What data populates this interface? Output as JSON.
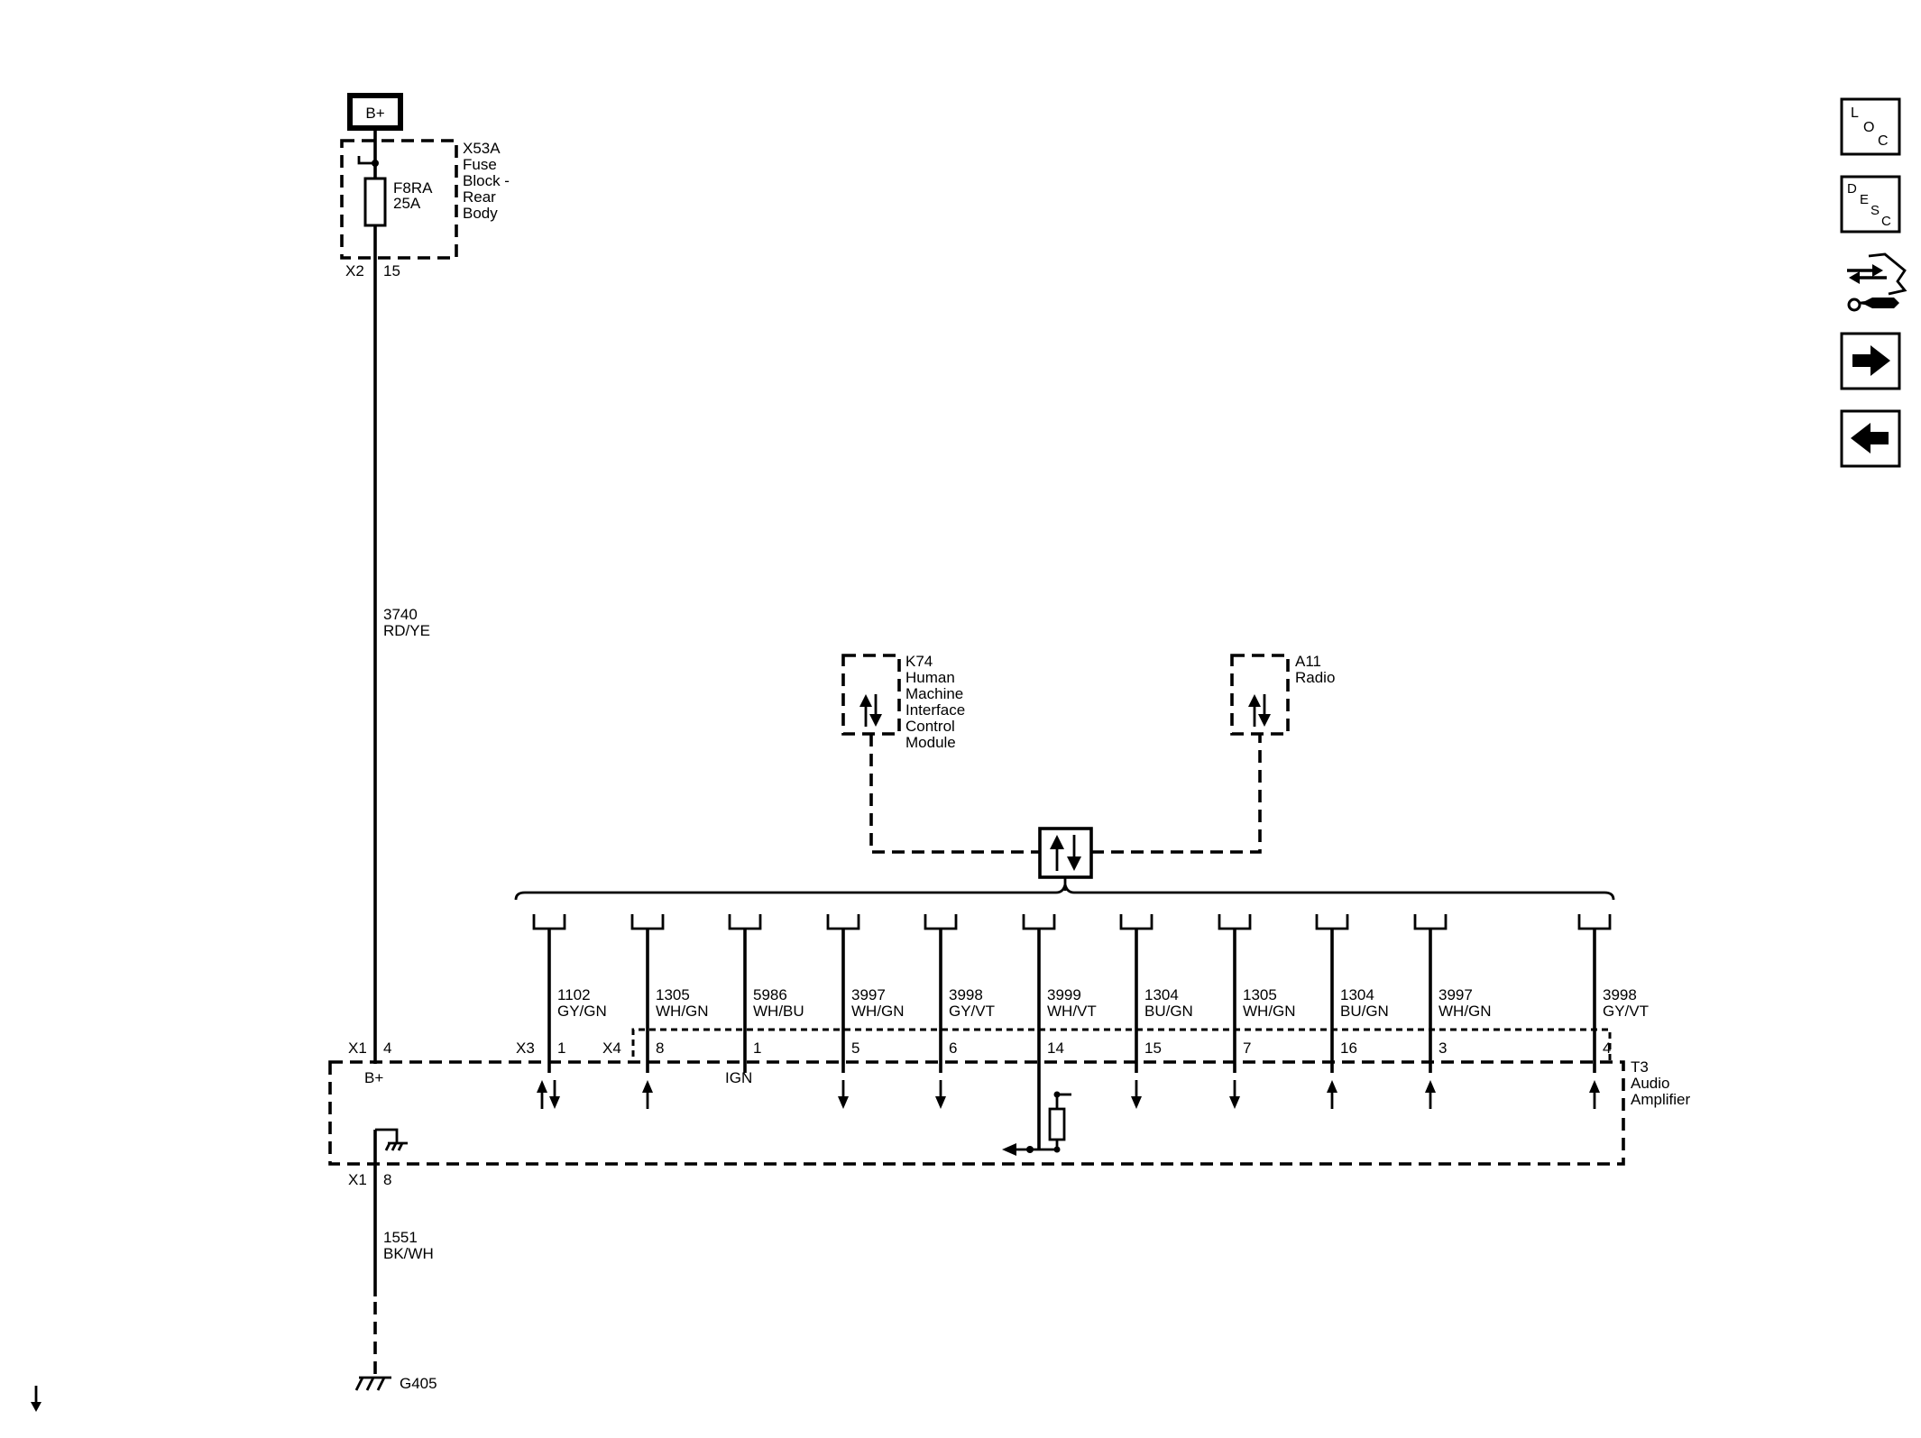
{
  "power": {
    "label": "B+"
  },
  "fuse_block": {
    "id": "X53A",
    "name_lines": [
      "Fuse",
      "Block -",
      "Rear",
      "Body"
    ],
    "fuse_id": "F8RA",
    "fuse_rating": "25A",
    "connector": "X2",
    "pin": "15"
  },
  "supply_wire": {
    "circuit": "3740",
    "color": "RD/YE"
  },
  "hmi_module": {
    "id": "K74",
    "name_lines": [
      "Human",
      "Machine",
      "Interface",
      "Control",
      "Module"
    ]
  },
  "radio": {
    "id": "A11",
    "name": "Radio"
  },
  "amplifier": {
    "id": "T3",
    "name_lines": [
      "Audio",
      "Amplifier"
    ],
    "bplus_connector": "X1",
    "bplus_pin": "4",
    "bplus_label": "B+",
    "x3_connector": "X3",
    "x4_connector": "X4",
    "ign_label": "IGN",
    "ground_connector": "X1",
    "ground_pin": "8"
  },
  "signal_wires": [
    {
      "circuit": "1102",
      "color": "GY/GN",
      "pin": "1"
    },
    {
      "circuit": "1305",
      "color": "WH/GN",
      "pin": "8"
    },
    {
      "circuit": "5986",
      "color": "WH/BU",
      "pin": "1"
    },
    {
      "circuit": "3997",
      "color": "WH/GN",
      "pin": "5"
    },
    {
      "circuit": "3998",
      "color": "GY/VT",
      "pin": "6"
    },
    {
      "circuit": "3999",
      "color": "WH/VT",
      "pin": "14"
    },
    {
      "circuit": "1304",
      "color": "BU/GN",
      "pin": "15"
    },
    {
      "circuit": "1305",
      "color": "WH/GN",
      "pin": "7"
    },
    {
      "circuit": "1304",
      "color": "BU/GN",
      "pin": "16"
    },
    {
      "circuit": "3997",
      "color": "WH/GN",
      "pin": "3"
    },
    {
      "circuit": "3998",
      "color": "GY/VT",
      "pin": "4"
    }
  ],
  "ground_wire": {
    "circuit": "1551",
    "color": "BK/WH"
  },
  "ground": {
    "id": "G405"
  },
  "nav_buttons": {
    "loc": {
      "letters": [
        "L",
        "O",
        "C"
      ]
    },
    "desc": {
      "letters": [
        "D",
        "E",
        "S",
        "C"
      ]
    },
    "diagnostics_icon": "connector-wrench-icon",
    "next_icon": "arrow-right-icon",
    "prev_icon": "arrow-left-icon"
  },
  "page_down_icon": "arrow-down-icon"
}
